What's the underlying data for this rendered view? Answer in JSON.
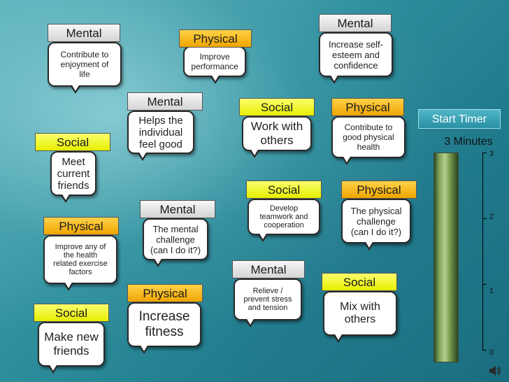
{
  "cards": [
    {
      "id": "c1",
      "category": "Mental",
      "type": "mental",
      "text": "Contribute to\nenjoyment of\nlife",
      "font": 12
    },
    {
      "id": "c2",
      "category": "Physical",
      "type": "physical",
      "text": "Improve\nperformance",
      "font": 12
    },
    {
      "id": "c3",
      "category": "Mental",
      "type": "mental",
      "text": "Increase self-\nesteem and\nconfidence",
      "font": 13
    },
    {
      "id": "c4",
      "category": "Mental",
      "type": "mental",
      "text": "Helps the\nindividual\nfeel good",
      "font": 15
    },
    {
      "id": "c5",
      "category": "Social",
      "type": "social",
      "text": "Work with\nothers",
      "font": 17
    },
    {
      "id": "c6",
      "category": "Physical",
      "type": "physical",
      "text": "Contribute to\ngood physical\nhealth",
      "font": 12
    },
    {
      "id": "c7",
      "category": "Social",
      "type": "social",
      "text": "Meet\ncurrent\nfriends",
      "font": 15
    },
    {
      "id": "c8",
      "category": "Social",
      "type": "social",
      "text": "Develop\nteamwork and\ncooperation",
      "font": 11
    },
    {
      "id": "c9",
      "category": "Physical",
      "type": "physical",
      "text": "The physical\nchallenge\n(can I do it?)",
      "font": 13
    },
    {
      "id": "c10",
      "category": "Mental",
      "type": "mental",
      "text": "The mental\nchallenge\n(can I do it?)",
      "font": 13
    },
    {
      "id": "c11",
      "category": "Physical",
      "type": "physical",
      "text": "Improve any of\nthe health\nrelated exercise\nfactors",
      "font": 11
    },
    {
      "id": "c12",
      "category": "Mental",
      "type": "mental",
      "text": "Relieve /\nprevent stress\nand tension",
      "font": 11
    },
    {
      "id": "c13",
      "category": "Social",
      "type": "social",
      "text": "Mix with\nothers",
      "font": 16
    },
    {
      "id": "c14",
      "category": "Physical",
      "type": "physical",
      "text": "Increase\nfitness",
      "font": 19
    },
    {
      "id": "c15",
      "category": "Social",
      "type": "social",
      "text": "Make new\nfriends",
      "font": 17
    }
  ],
  "timer": {
    "button_label": "Start Timer",
    "title": "3 Minutes",
    "scale_labels": [
      "3",
      "2",
      "1",
      "0"
    ],
    "fill_fraction": 1.0
  },
  "icons": {
    "speaker": "speaker-icon"
  },
  "colors": {
    "mental": "#e6e6e6",
    "physical": "#f5b000",
    "social": "#eef500",
    "timer_button": "#3aa5b8"
  }
}
